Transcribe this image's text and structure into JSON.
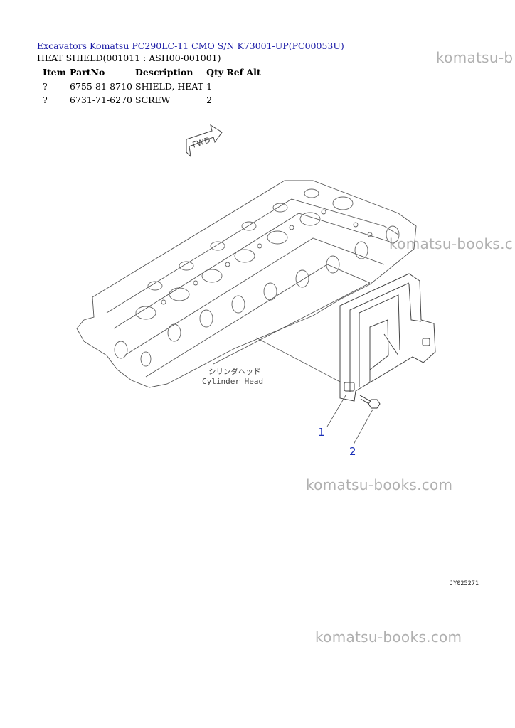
{
  "breadcrumb": {
    "link1": "Excavators Komatsu",
    "link2": "PC290LC-11 CMO S/N K73001-UP(PC00053U)"
  },
  "subtitle": "HEAT SHIELD(001011 : ASH00-001001)",
  "table": {
    "headers": {
      "item": "Item",
      "partno": "PartNo",
      "description": "Description",
      "qty_ref_alt": "Qty Ref Alt"
    },
    "rows": [
      {
        "item": "?",
        "partno": "6755-81-8710",
        "description": "SHIELD, HEAT",
        "qty": "1"
      },
      {
        "item": "?",
        "partno": "6731-71-6270",
        "description": "SCREW",
        "qty": "2"
      }
    ]
  },
  "watermarks": [
    "komatsu-b",
    "komatsu-books.c",
    "komatsu-books.com",
    "komatsu-books.com"
  ],
  "diagram": {
    "fwd_label": "FWD",
    "cylinder_head_jp": "シリンダヘッド",
    "cylinder_head_en": "Cylinder Head",
    "callout_1": "1",
    "callout_2": "2",
    "drawing_code": "JY025271"
  },
  "colors": {
    "link": "#1a1aa6",
    "callout": "#1a2fb8",
    "watermark": "#b0b0b0"
  }
}
